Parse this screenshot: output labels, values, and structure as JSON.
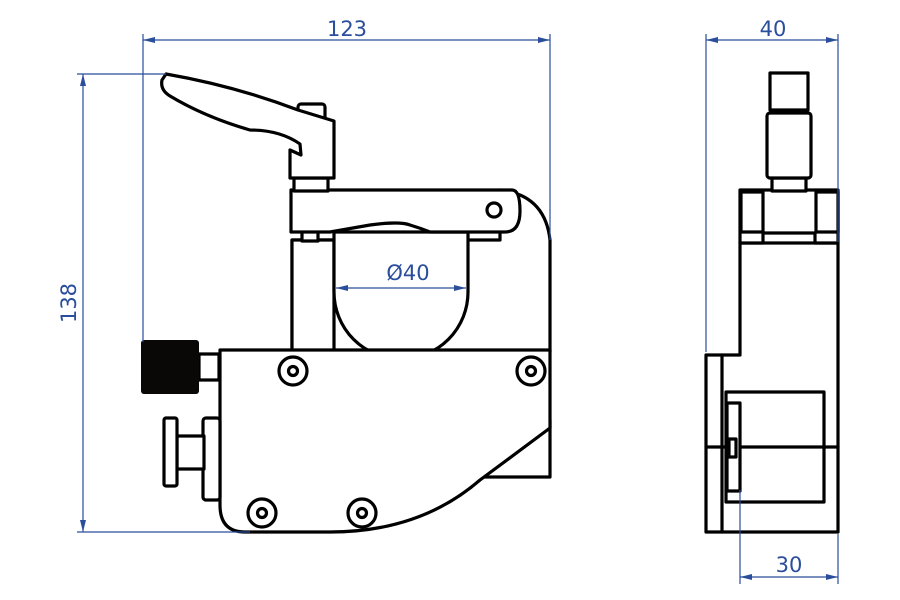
{
  "front_view": {
    "width_dimension": "123",
    "height_dimension": "138",
    "bore_dimension": "Ø40"
  },
  "side_view": {
    "width_dimension": "40",
    "base_dimension": "30"
  },
  "colors": {
    "dimension": "#2a4d9c",
    "outline": "#000000"
  }
}
